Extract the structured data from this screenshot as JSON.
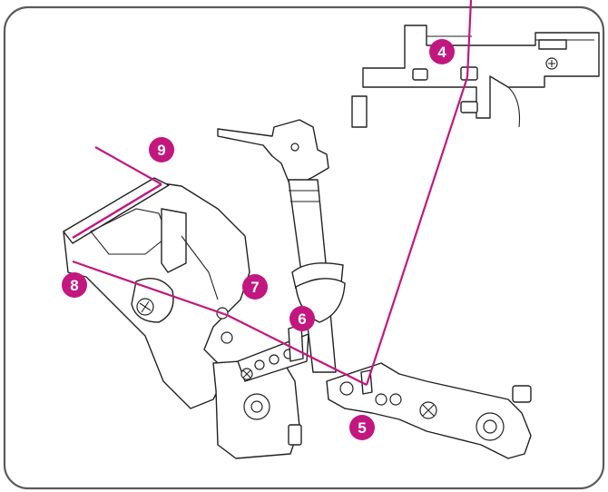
{
  "diagram": {
    "type": "sewing machine threading path (lower looper)",
    "colors": {
      "thread": "#c2177e",
      "marker": "#c2177e",
      "outline": "#222222",
      "frame": "#5a5a5a"
    },
    "markers": [
      {
        "id": "4",
        "label": "4"
      },
      {
        "id": "5",
        "label": "5"
      },
      {
        "id": "6",
        "label": "6"
      },
      {
        "id": "7",
        "label": "7"
      },
      {
        "id": "8",
        "label": "8"
      },
      {
        "id": "9",
        "label": "9"
      }
    ],
    "thread_sequence": [
      "4",
      "5",
      "6",
      "7",
      "8",
      "9"
    ]
  }
}
